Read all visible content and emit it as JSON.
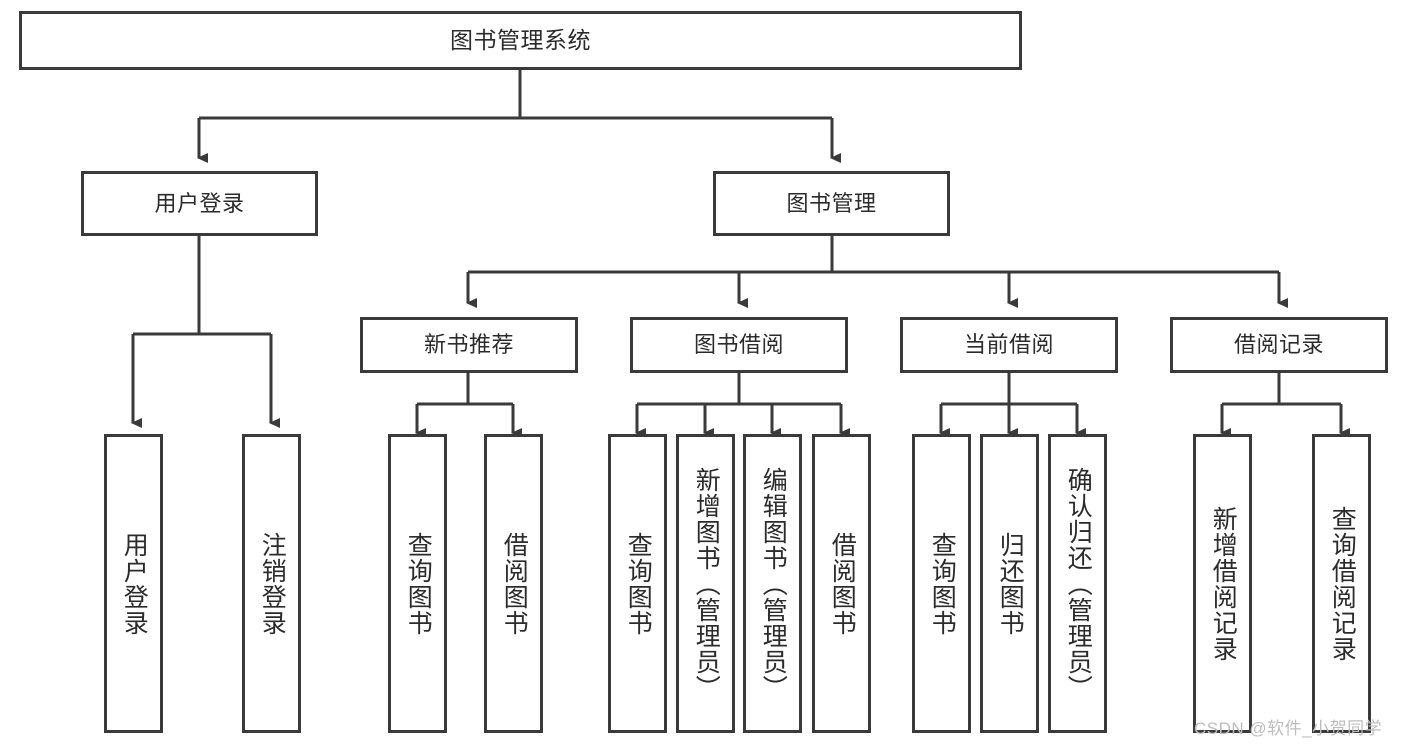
{
  "diagram": {
    "title": "图书管理系统",
    "type": "tree-diagram",
    "watermark": "CSDN @软件_小贺同学",
    "colors": {
      "stroke": "#3a3a3a",
      "text": "#2b2b2b",
      "background": "#ffffff",
      "watermark": "#bdbdbd"
    },
    "nodes": {
      "root": {
        "label": "图书管理系统"
      },
      "level2": [
        {
          "label": "用户登录"
        },
        {
          "label": "图书管理"
        }
      ],
      "level3": [
        {
          "label": "新书推荐"
        },
        {
          "label": "图书借阅"
        },
        {
          "label": "当前借阅"
        },
        {
          "label": "借阅记录"
        }
      ],
      "leaves": {
        "user_login": [
          {
            "label": "用户登录"
          },
          {
            "label": "注销登录"
          }
        ],
        "new_book": [
          {
            "label": "查询图书"
          },
          {
            "label": "借阅图书"
          }
        ],
        "book_borrow": [
          {
            "label": "查询图书"
          },
          {
            "label": "新增图书（管理员）"
          },
          {
            "label": "编辑图书（管理员）"
          },
          {
            "label": "借阅图书"
          }
        ],
        "current_borrow": [
          {
            "label": "查询图书"
          },
          {
            "label": "归还图书"
          },
          {
            "label": "确认归还（管理员）"
          }
        ],
        "borrow_record": [
          {
            "label": "新增借阅记录"
          },
          {
            "label": "查询借阅记录"
          }
        ]
      }
    }
  }
}
